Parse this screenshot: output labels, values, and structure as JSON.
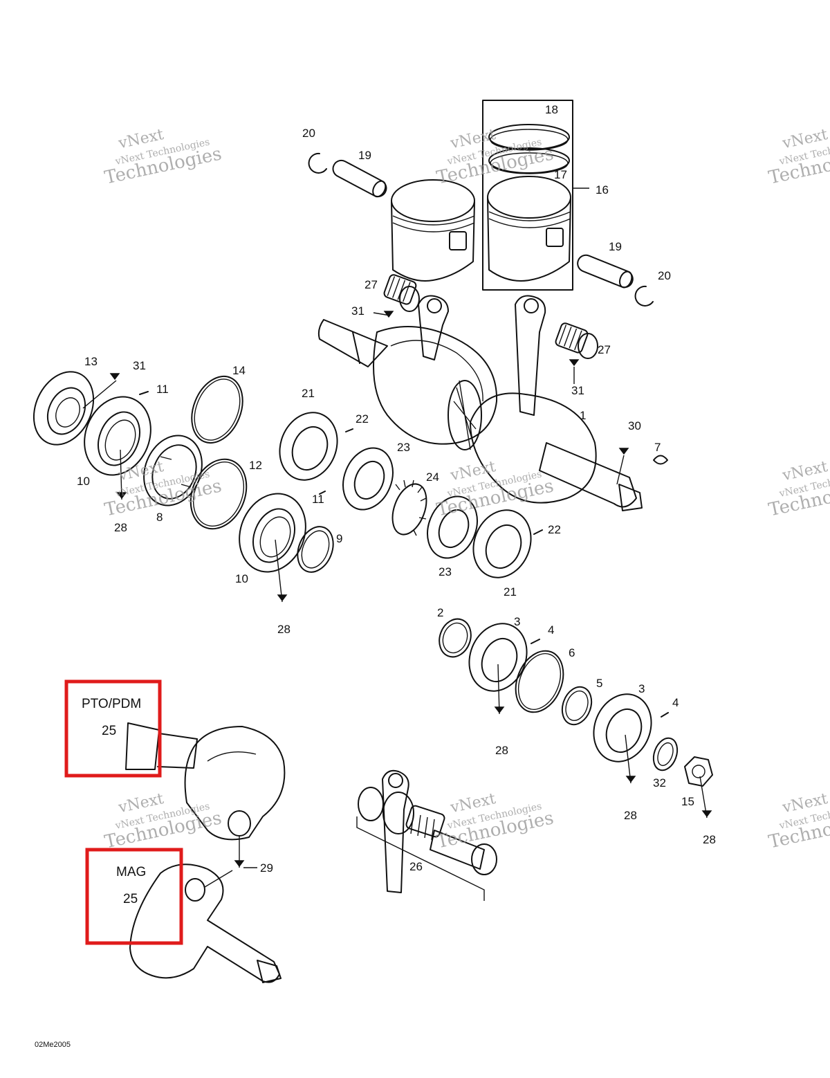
{
  "labels": {
    "n1": "1",
    "n2": "2",
    "n3a": "3",
    "n3b": "3",
    "n4a": "4",
    "n4b": "4",
    "n5": "5",
    "n6": "6",
    "n7": "7",
    "n8": "8",
    "n9": "9",
    "n10a": "10",
    "n10b": "10",
    "n11a": "11",
    "n11b": "11",
    "n12": "12",
    "n13": "13",
    "n14": "14",
    "n15": "15",
    "n16": "16",
    "n17": "17",
    "n18": "18",
    "n19a": "19",
    "n19b": "19",
    "n20a": "20",
    "n20b": "20",
    "n21a": "21",
    "n21b": "21",
    "n22a": "22",
    "n22b": "22",
    "n23a": "23",
    "n23b": "23",
    "n24": "24",
    "n26": "26",
    "n27a": "27",
    "n27b": "27",
    "n28a": "28",
    "n28b": "28",
    "n28c": "28",
    "n28d": "28",
    "n28e": "28",
    "n29": "29",
    "n30": "30",
    "n31a": "31",
    "n31b": "31",
    "n31c": "31",
    "n32": "32"
  },
  "callouts": {
    "pto": {
      "title": "PTO/PDM",
      "number": "25"
    },
    "mag": {
      "title": "MAG",
      "number": "25"
    }
  },
  "watermark": {
    "line1": "vNext",
    "line2": "vNext Technologies",
    "line3": "Technologies"
  },
  "drawing_code": "02Me2005",
  "colors": {
    "highlight_box": "#e01b1b",
    "line_art": "#111111",
    "watermark": "#b8b8b8"
  }
}
